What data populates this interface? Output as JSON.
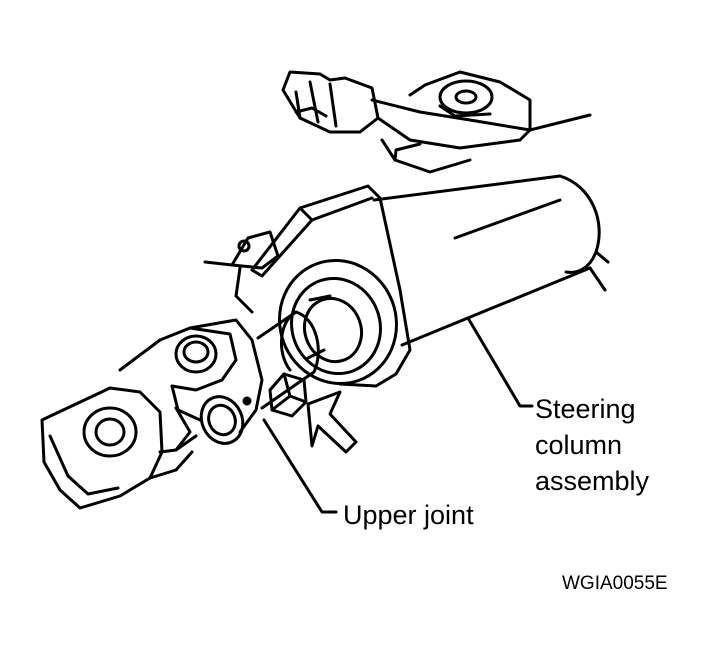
{
  "labels": {
    "steering_column": [
      "Steering",
      "column",
      "assembly"
    ],
    "upper_joint": "Upper joint"
  },
  "figure_code": "WGIA0055E",
  "colors": {
    "ink": "#000000",
    "paper": "#ffffff"
  }
}
